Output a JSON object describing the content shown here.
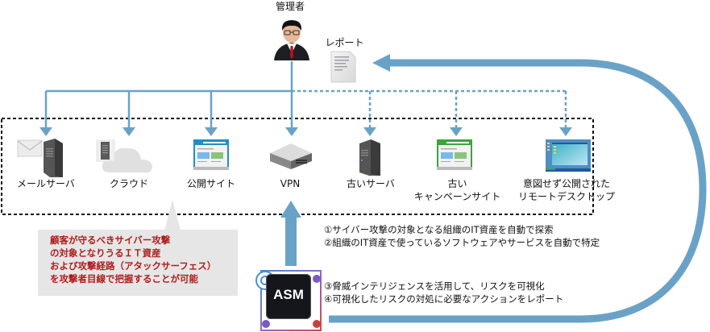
{
  "diagram": {
    "admin": {
      "label": "管理者",
      "icon": "businessman-icon"
    },
    "report": {
      "label": "レポート",
      "icon": "document-icon"
    },
    "assets": [
      {
        "id": "mail-server",
        "label_lines": [
          "メールサーバ"
        ],
        "icon": "mail-server-icon",
        "link": "solid"
      },
      {
        "id": "cloud",
        "label_lines": [
          "クラウド"
        ],
        "icon": "cloud-icon",
        "link": "solid"
      },
      {
        "id": "public-site",
        "label_lines": [
          "公開サイト"
        ],
        "icon": "website-icon",
        "link": "solid"
      },
      {
        "id": "vpn",
        "label_lines": [
          "VPN"
        ],
        "icon": "vpn-router-icon",
        "link": "solid"
      },
      {
        "id": "old-server",
        "label_lines": [
          "古いサーバ"
        ],
        "icon": "server-icon",
        "link": "dotted"
      },
      {
        "id": "old-campaign-site",
        "label_lines": [
          "古い",
          "キャンペーンサイト"
        ],
        "icon": "website-icon",
        "link": "dotted"
      },
      {
        "id": "exposed-remote-desktop",
        "label_lines": [
          "意図せず公開された",
          "リモートデスクトップ"
        ],
        "icon": "remote-desktop-icon",
        "link": "dotted"
      }
    ],
    "callout": {
      "lines": [
        "顧客が守るべきサイバー攻撃",
        "の対象となりうるＩＴ資産",
        "および攻撃経路（アタックサーフェス）",
        "を攻撃者目線で把握することが可能"
      ]
    },
    "asm": {
      "label": "ASM",
      "steps_top": [
        "①サイバー攻撃の対象となる組織のIT資産を自動で探索",
        "②組織のIT資産で使っているソフトウェアやサービスを自動で特定"
      ],
      "steps_bottom": [
        "③脅威インテリジェンスを活用して、リスクを可視化",
        "④可視化したリスクの対処に必要なアクションをレポート"
      ]
    },
    "colors": {
      "flow_blue": "#6aa2c7",
      "callout_bg": "#e6e6e6",
      "callout_text": "#b01c1c",
      "asm_dark": "#15161c",
      "asm_purple": "#7a5cc0",
      "asm_red": "#c8403c"
    }
  }
}
